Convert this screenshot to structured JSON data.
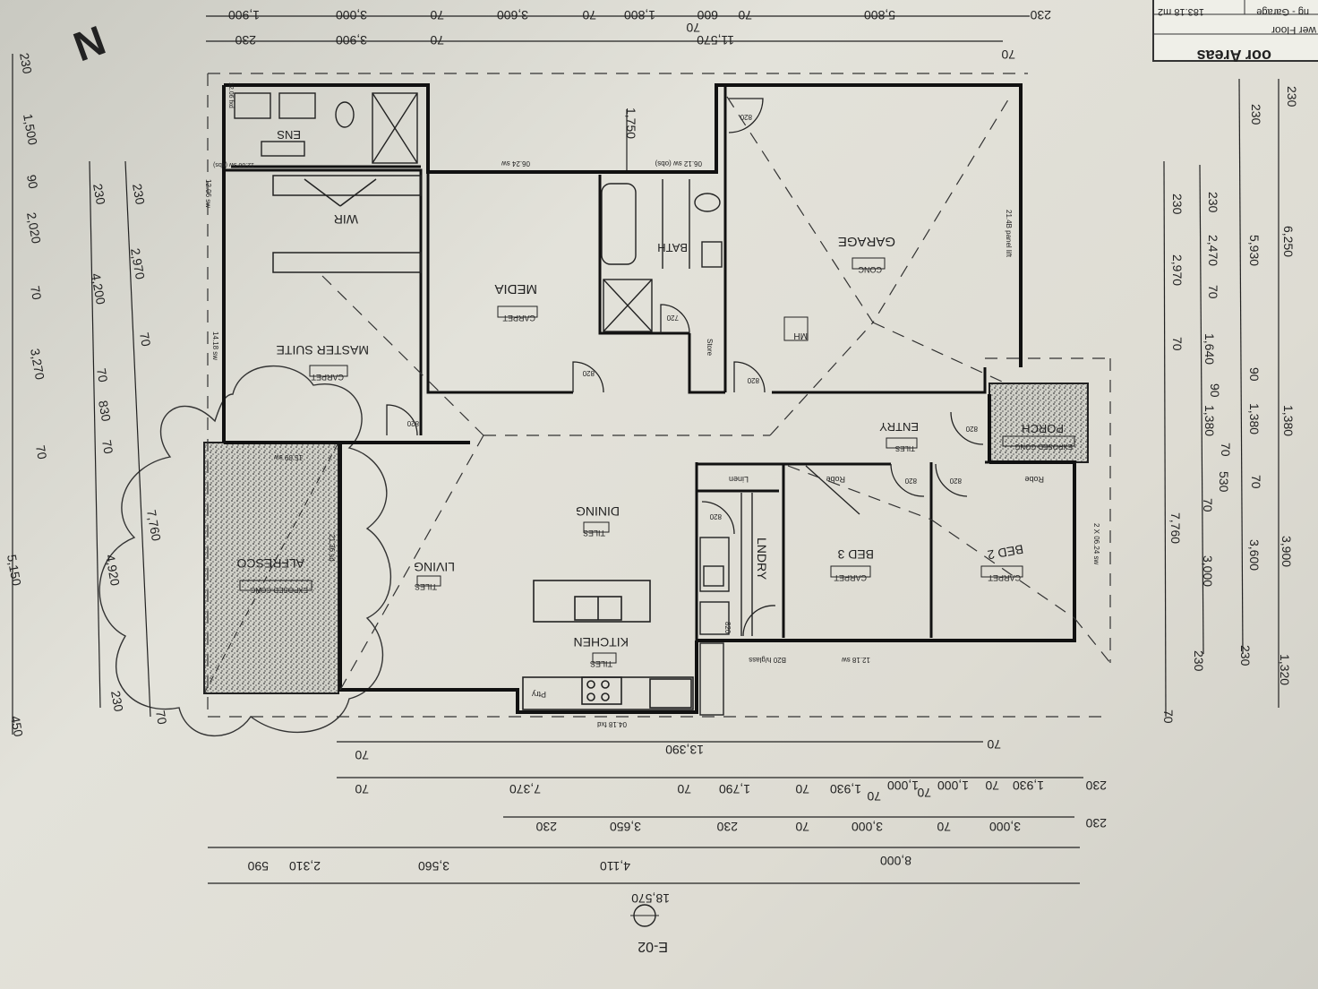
{
  "north": "N",
  "section_marker": "E-02",
  "areas_table": {
    "title": "oor Areas",
    "row1_label": "wer Floor",
    "row2_label": "ng - Garage",
    "row2_value": "183.18 m2"
  },
  "rooms": {
    "garage": "GARAGE",
    "garage_tag": "CONC",
    "garage_note": "21.4B panel lift",
    "media": "MEDIA",
    "media_tag": "CARPET",
    "bath": "BATH",
    "master": "MASTER SUITE",
    "master_tag": "CARPET",
    "wir": "WIR",
    "ens": "ENS",
    "dining": "DINING",
    "dining_tag": "TILES",
    "living": "LIVING",
    "living_tag": "TILES",
    "kitchen": "KITCHEN",
    "kitchen_tag": "TILES",
    "alfresco": "ALFRESCO",
    "alfresco_tag": "EXPOSED CONC",
    "laundry": "LNDRY",
    "bed3": "BED 3",
    "bed3_tag": "CARPET",
    "bed2": "BED 2",
    "bed2_tag": "CARPET",
    "entry": "ENTRY",
    "entry_tag": "TILES",
    "porch": "PORCH",
    "porch_tag": "EXPOSED CONC",
    "store": "Store",
    "linen": "Linen",
    "robe": "Robe",
    "pantry": "Ptry",
    "mh": "MH"
  },
  "door_labels": [
    "820",
    "820",
    "820",
    "820",
    "820",
    "820",
    "820",
    "820",
    "720",
    "820"
  ],
  "window_labels": {
    "w1": "06.24 sw",
    "w2": "06.12 sw (obs)",
    "w3": "12.06 sw",
    "w4": "14.18 sw",
    "w5": "15.09 sw",
    "w6": "21.36 sd",
    "w7": "12.18 sw",
    "w8": "B20 h/glass",
    "w9": "04.18 fxd",
    "w10": "2 X 06.24 sw",
    "w11": "12.06 fxd",
    "w12": "12.06 sw (obs)"
  },
  "dims_top": {
    "row1": [
      "1,900",
      "3,000",
      "70",
      "3,600",
      "70",
      "1,800",
      "600",
      "70",
      "5,800",
      "230"
    ],
    "row1b": [
      "70"
    ],
    "row2": [
      "230",
      "3,900",
      "70",
      "11,570",
      "70"
    ],
    "inner": [
      "1,750"
    ]
  },
  "dims_bottom": {
    "row1": [
      "70",
      "13,390",
      "70"
    ],
    "row2": [
      "70",
      "7,370",
      "70",
      "1,790",
      "70",
      "1,930",
      "70",
      "1,000",
      "70",
      "1,000",
      "70",
      "1,930",
      "230"
    ],
    "row3": [
      "230",
      "3,650",
      "230",
      "70",
      "3,000",
      "70",
      "3,000",
      "230"
    ],
    "row4": [
      "590",
      "2,310",
      "3,560",
      "4,110",
      "8,000"
    ],
    "row5": [
      "18,570"
    ]
  },
  "dims_left": {
    "col1": [
      "230",
      "1,500",
      "90",
      "2,020",
      "70",
      "3,270",
      "70",
      "5,150",
      "450"
    ],
    "col2": [
      "230",
      "4,200",
      "70",
      "830",
      "70",
      "4,920",
      "230"
    ],
    "col3": [
      "230",
      "2,970",
      "70",
      "7,760",
      "70"
    ]
  },
  "dims_right": {
    "col1": [
      "230",
      "2,970",
      "70",
      "7,760",
      "70"
    ],
    "col2": [
      "230",
      "2,470",
      "70",
      "1,640",
      "90",
      "1,380",
      "70",
      "530",
      "70",
      "3,000",
      "230"
    ],
    "col3": [
      "230",
      "5,930",
      "90",
      "1,380",
      "70",
      "3,600",
      "230"
    ],
    "col4": [
      "230",
      "6,250",
      "1,380",
      "3,900",
      "1,320"
    ]
  }
}
